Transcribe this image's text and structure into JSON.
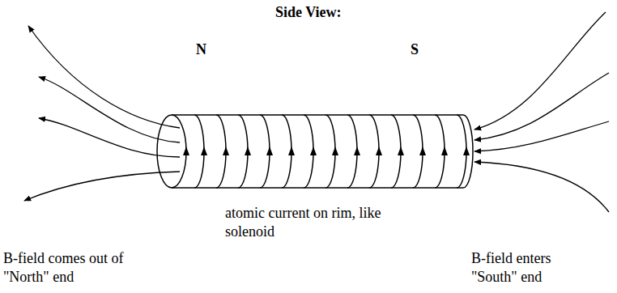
{
  "diagram": {
    "title": "Side View:",
    "labels": [
      "N",
      "S",
      "atomic current on rim, like solenoid",
      "B-field comes out of \"North\" end",
      "B-field enters \"South\" end"
    ]
  }
}
